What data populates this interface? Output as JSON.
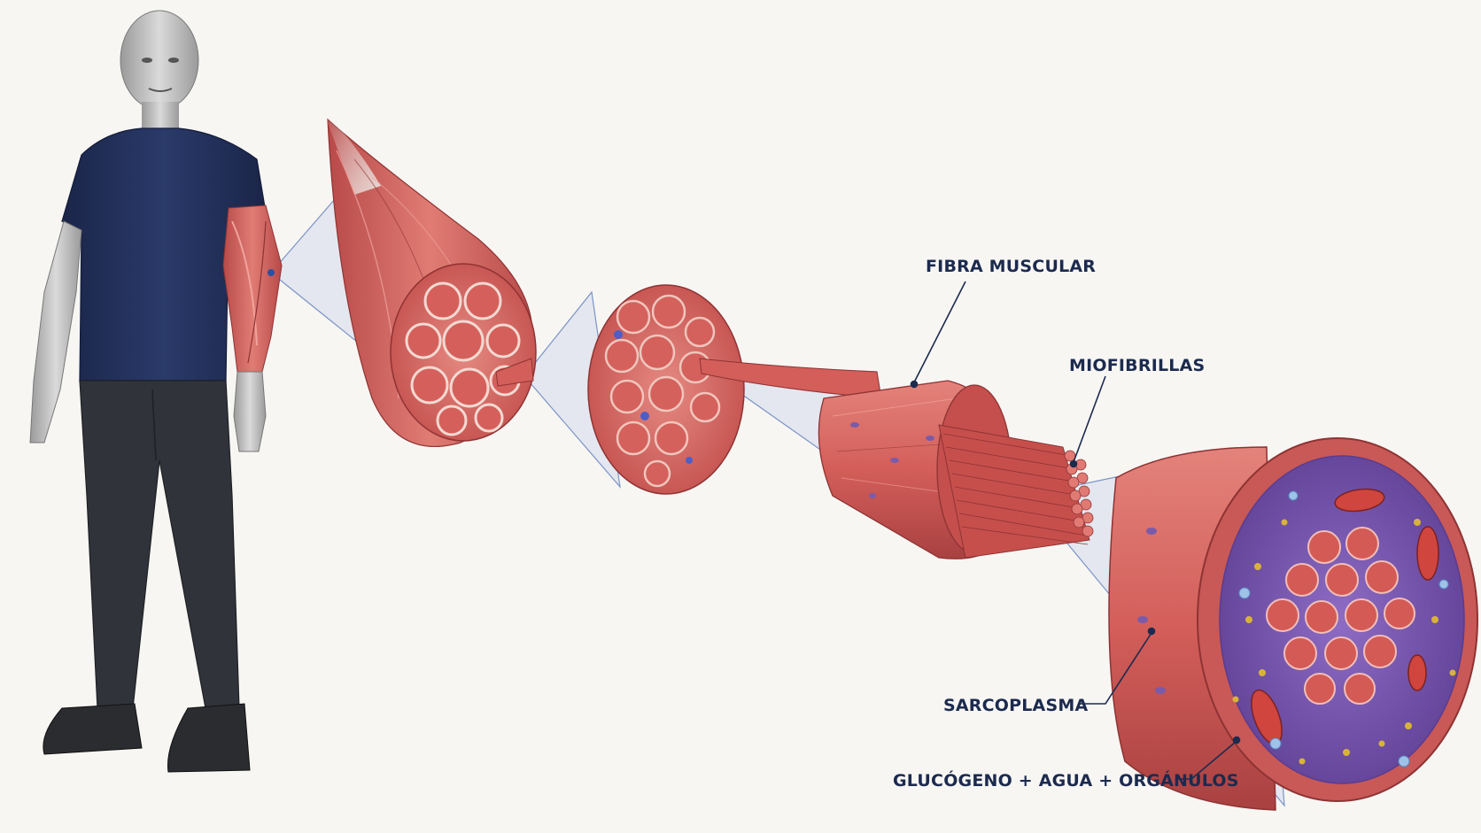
{
  "labels": {
    "fibra": "FIBRA MUSCULAR",
    "miofibrillas": "MIOFIBRILLAS",
    "sarcoplasma": "SARCOPLASMA",
    "glucogeno": "GLUCÓGENO + AGUA + ORGÁNULOS"
  },
  "colors": {
    "muscle": "#d45f5c",
    "muscle_dark": "#a83f40",
    "muscle_light": "#e9908a",
    "shirt": "#22305a",
    "pants": "#2e3238",
    "skin": "#c9c9c9",
    "zoom_cone": "#6e8fd0",
    "label_text": "#1c2a4e",
    "sarcoplasm_purple": "#7f5bb3",
    "glycogen_gold": "#d9b23a",
    "background": "#f7f6f3"
  },
  "icons": [
    "human-figure",
    "muscle-bundle",
    "fascicle",
    "muscle-fiber",
    "myofibrils",
    "fiber-cross-section"
  ]
}
